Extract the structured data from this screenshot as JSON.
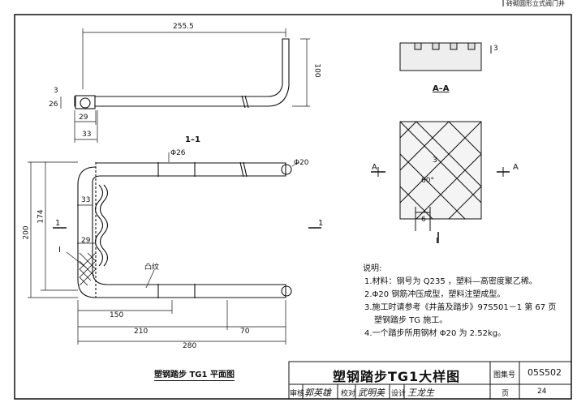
{
  "header_snippet": "砖砌圆形立式阀门井",
  "dimensions": {
    "top_length": "255.5",
    "top_height": "100",
    "top_thk_3": "3",
    "top_26": "26",
    "top_29": "29",
    "top_33": "33",
    "phi26": "Φ26",
    "phi20": "Φ20",
    "d33": "33",
    "d174": "174",
    "d200": "200",
    "d29": "29",
    "d150": "150",
    "d210": "210",
    "d70": "70",
    "d280": "280",
    "aa_3": "3",
    "diamond_3": "3",
    "angle": "60°",
    "d6": "6"
  },
  "labels": {
    "section_1_1": "1–1",
    "section_A_A": "A–A",
    "cut_left_1": "1",
    "cut_right_1": "1",
    "cut_left_A": "A",
    "cut_right_A": "A",
    "detail_I_marker": "I",
    "detail_I_label": "I",
    "bump": "凸纹",
    "plan_caption": "塑钢踏步 TG1 平面图"
  },
  "notes": {
    "title": "说明:",
    "items": [
      "1.材料：钢号为 Q235 ，塑料—高密度聚乙稀。",
      "2.Φ20 钢筋冲压成型，塑料注塑成型。",
      "3.施工时请参考《井盖及踏步》97S501－1 第 67 页",
      "塑钢踏步 TG 施工。",
      "4.一个踏步所用钢材 Φ20 为 2.52kg。"
    ]
  },
  "title_block": {
    "title": "塑钢踏步TG1大样图",
    "atlas_label": "图集号",
    "atlas_no": "05S502",
    "review_label": "审核",
    "reviewer": "郭英雄",
    "check_label": "校对",
    "checker": "武明美",
    "design_label": "设计",
    "designer": "王龙生",
    "page_label": "页",
    "page_no": "24"
  }
}
